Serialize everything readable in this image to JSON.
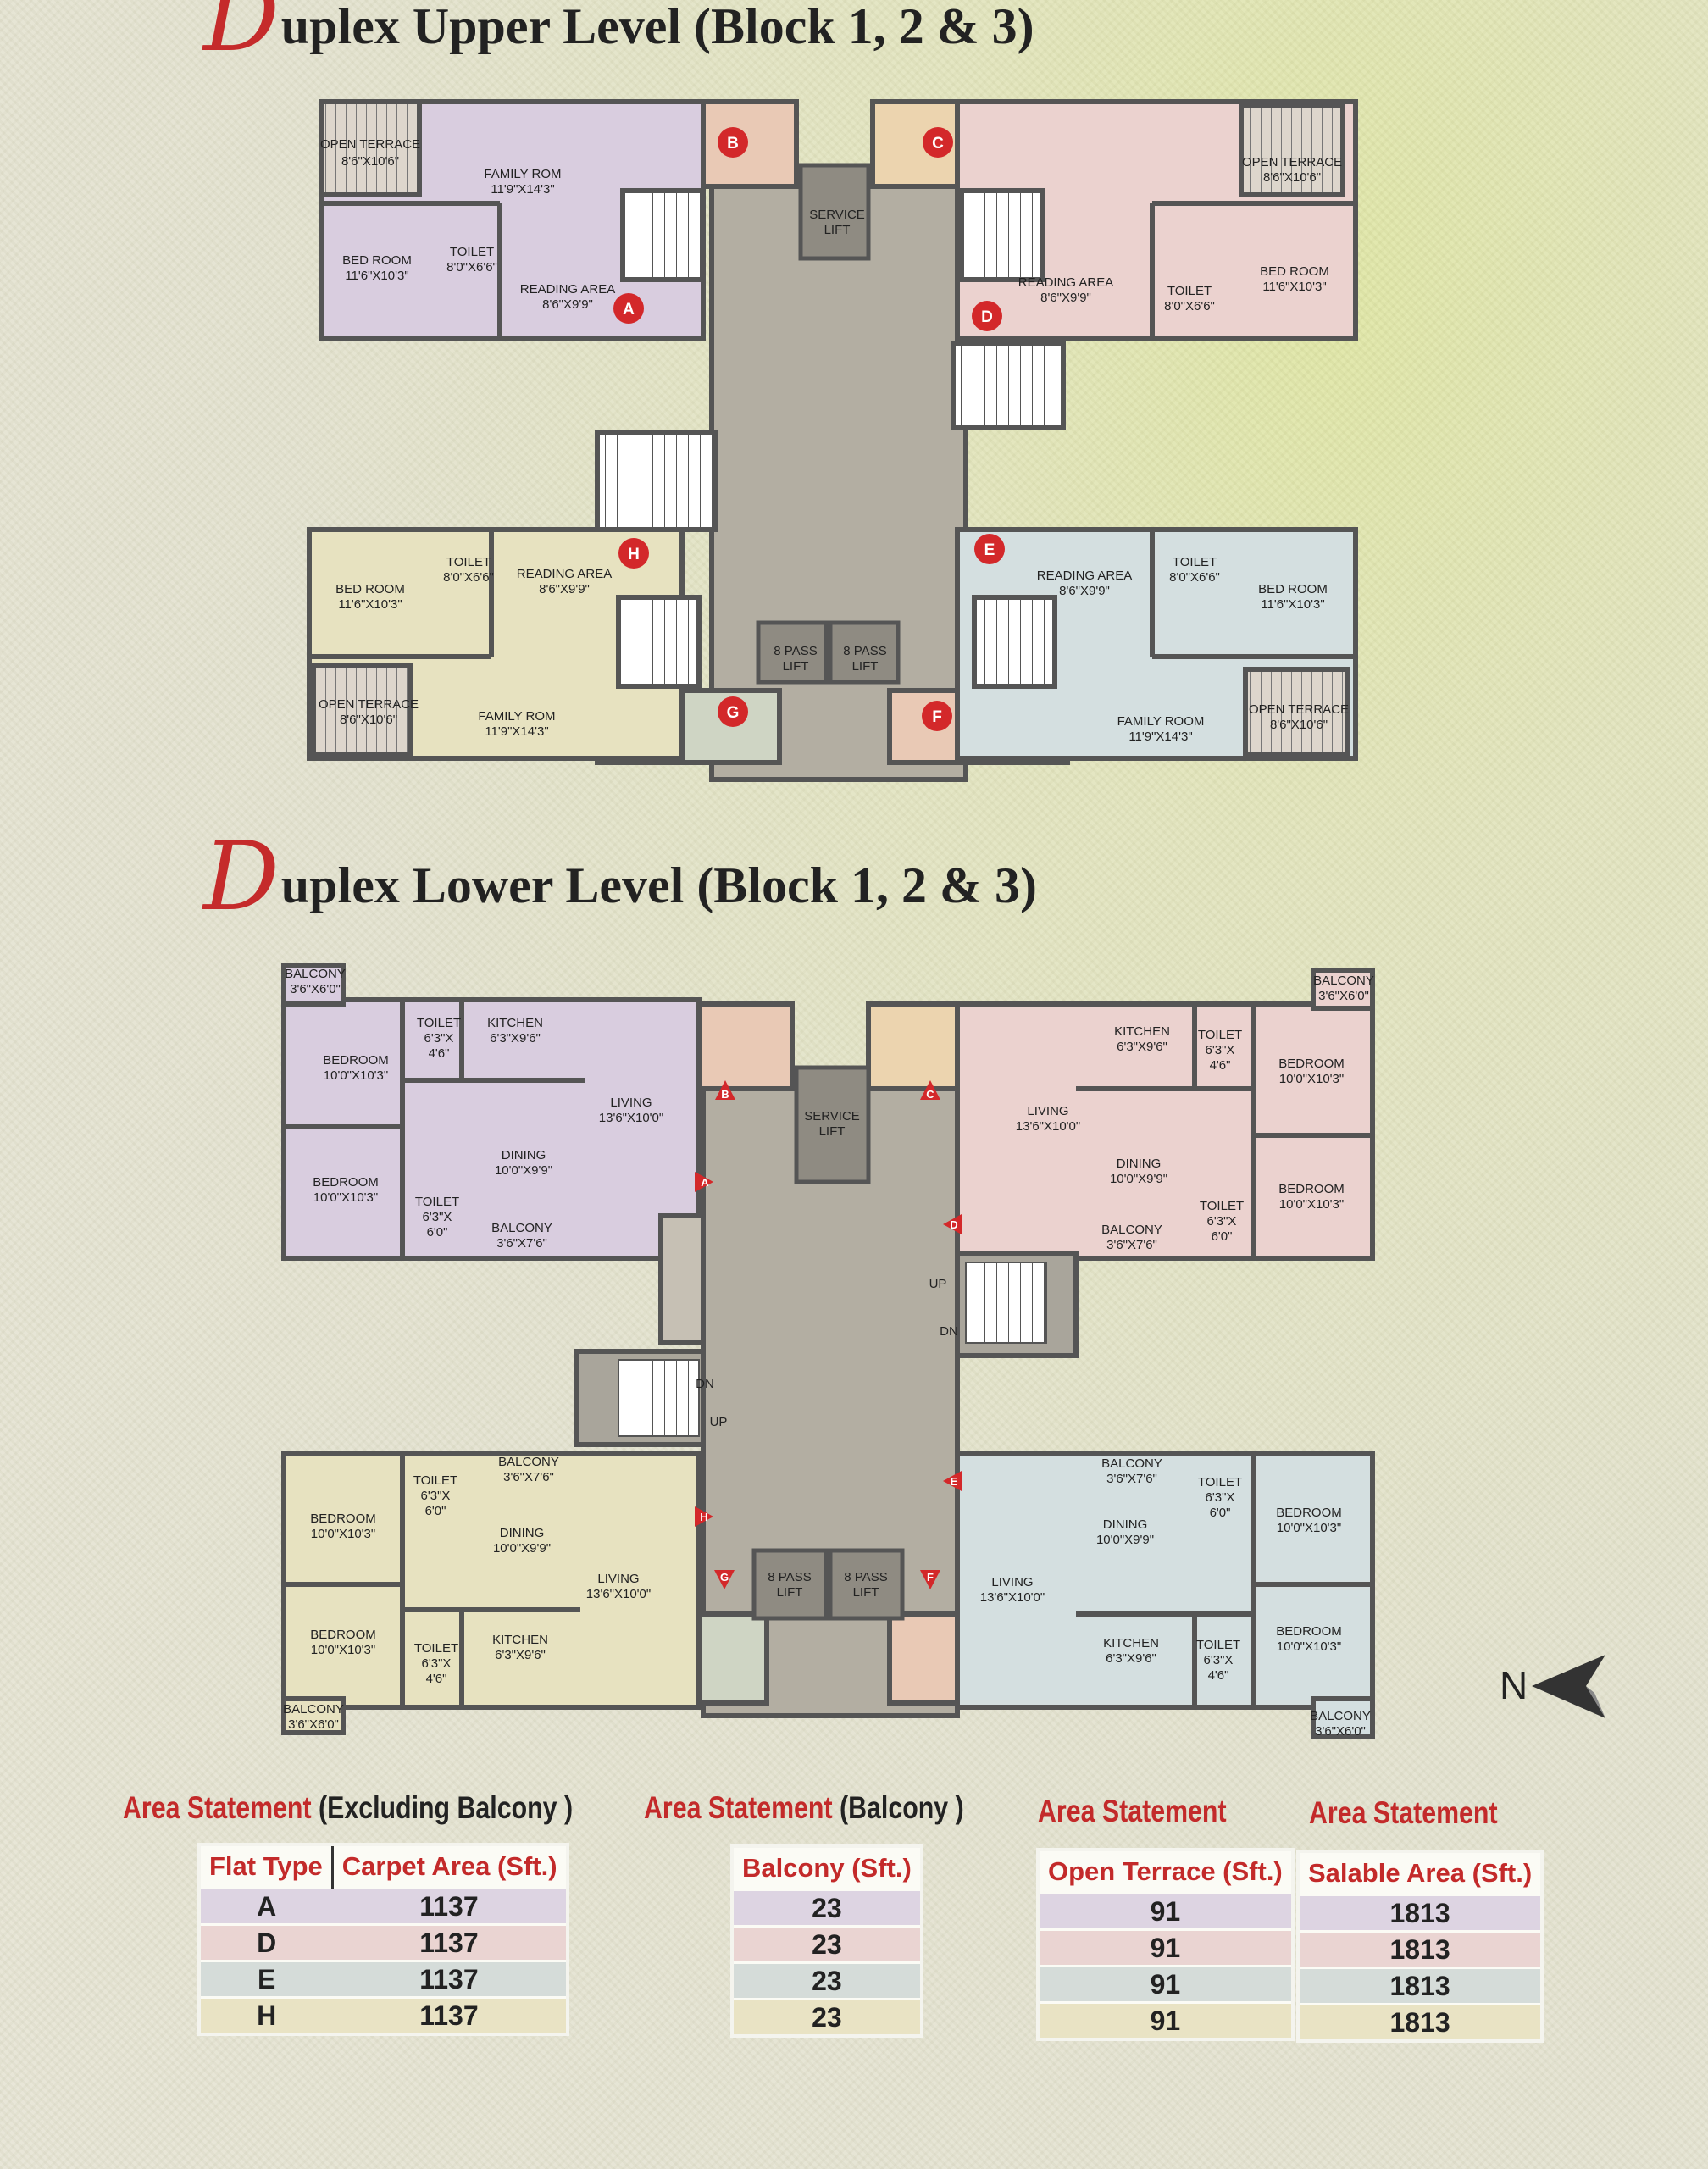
{
  "upper": {
    "title_initial": "D",
    "title_rest": "uplex Upper Level (Block 1, 2 & 3)",
    "rooms": {
      "open_terrace": "OPEN TERRACE",
      "open_terrace_dim": "8'6\"X10'6\"",
      "family_room": "FAMILY ROM",
      "family_room_dim": "11'9\"X14'3\"",
      "family_room_e": "FAMILY ROOM",
      "bed_room": "BED ROOM",
      "bed_room_dim": "11'6\"X10'3\"",
      "toilet": "TOILET",
      "toilet_dim": "8'0\"X6'6\"",
      "reading_area": "READING AREA",
      "reading_area_dim": "8'6\"X9'9\"",
      "service_lift": "SERVICE",
      "service_lift_2": "LIFT",
      "pass_lift": "8 PASS",
      "pass_lift_2": "LIFT"
    },
    "markers": [
      "A",
      "B",
      "C",
      "D",
      "E",
      "F",
      "G",
      "H"
    ]
  },
  "lower": {
    "title_initial": "D",
    "title_rest": "uplex Lower Level (Block 1, 2 & 3)",
    "rooms": {
      "balcony": "BALCONY",
      "balcony_dim": "3'6\"X6'0\"",
      "toilet": "TOILET",
      "toilet_dim": "6'3\"X",
      "toilet_dim2": "4'6\"",
      "kitchen": "KITCHEN",
      "kitchen_dim": "6'3\"X9'6\"",
      "bedroom": "BEDROOM",
      "bedroom_dim": "10'0\"X10'3\"",
      "living": "LIVING",
      "living_dim": "13'6\"X10'0\"",
      "dining": "DINING",
      "dining_dim": "10'0\"X9'9\"",
      "balcony2": "BALCONY",
      "balcony2_dim": "3'6\"X7'6\"",
      "toilet2_dim2": "6'0\"",
      "service": "SERVICE",
      "lift": "LIFT",
      "pass": "8 PASS",
      "up": "UP",
      "dn": "DN"
    },
    "markers": [
      "A",
      "B",
      "C",
      "D",
      "E",
      "F",
      "G",
      "H"
    ]
  },
  "north_label": "N",
  "colors": {
    "purple": "#d9cddf",
    "pink": "#ebd2cf",
    "blue": "#d4dfe0",
    "yellow": "#e7e2c0",
    "core": "#b3aea2",
    "salmon": "#e9c9b5",
    "accent": "#c32a2a"
  },
  "stat1": {
    "title_red": "Area Statement",
    "title_black": "(Excluding Balcony )",
    "h1": "Flat Type",
    "h2": "Carpet Area (Sft.)",
    "rows": [
      [
        "A",
        "1137"
      ],
      [
        "D",
        "1137"
      ],
      [
        "E",
        "1137"
      ],
      [
        "H",
        "1137"
      ]
    ]
  },
  "stat2": {
    "title_red": "Area Statement",
    "title_black": "(Balcony )",
    "h1": "Balcony (Sft.)",
    "rows": [
      "23",
      "23",
      "23",
      "23"
    ]
  },
  "stat3": {
    "title_red": "Area Statement",
    "h1": "Open Terrace (Sft.)",
    "rows": [
      "91",
      "91",
      "91",
      "91"
    ]
  },
  "stat4": {
    "title_red": "Area Statement",
    "h1": "Salable Area (Sft.)",
    "rows": [
      "1813",
      "1813",
      "1813",
      "1813"
    ]
  }
}
